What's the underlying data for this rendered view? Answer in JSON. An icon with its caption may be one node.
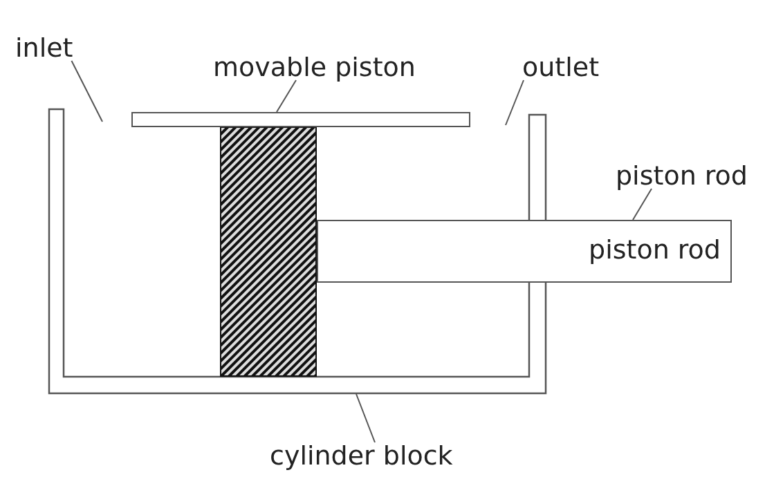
{
  "diagram": {
    "nodes": [
      {
        "text": [
          "inlet"
        ]
      },
      {
        "text": [
          "movable piston"
        ]
      },
      {
        "text": [
          "outlet"
        ]
      },
      {
        "text": [
          "piston rod"
        ]
      },
      {
        "text": [
          "piston rod"
        ]
      },
      {
        "text": [],
        "shape": "box"
      },
      {
        "text": [
          "cylinder block"
        ]
      },
      {
        "text": [],
        "shape": "box"
      }
    ],
    "edges": [
      {
        "from": 0,
        "to": null,
        "arrow": "none"
      },
      {
        "from": 1,
        "to": 5,
        "arrow": "none"
      },
      {
        "from": 2,
        "to": null,
        "arrow": "none"
      },
      {
        "from": 3,
        "to": 4,
        "arrow": "none"
      },
      {
        "from": 6,
        "to": 7,
        "arrow": "none"
      }
    ]
  }
}
